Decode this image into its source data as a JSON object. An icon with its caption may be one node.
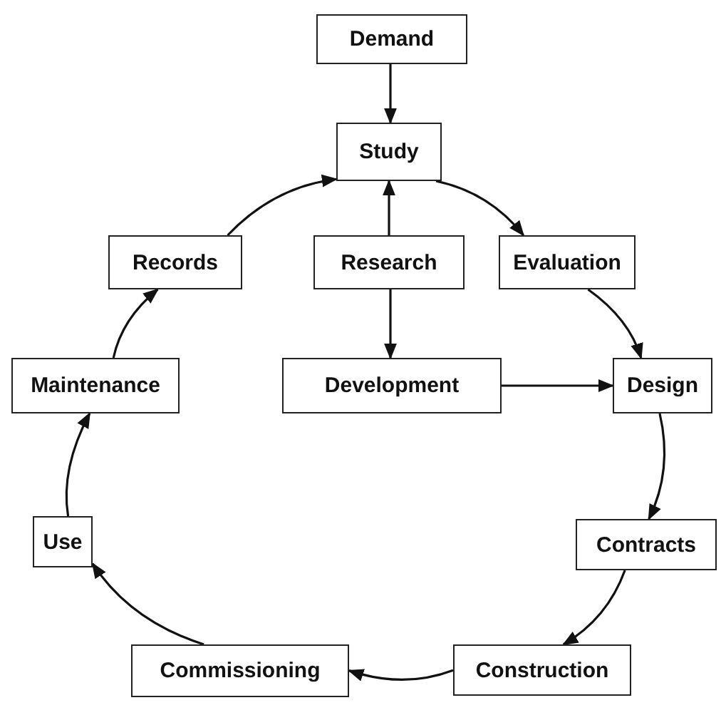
{
  "diagram": {
    "nodes": [
      {
        "text": [
          "Demand"
        ]
      },
      {
        "text": [
          "Study"
        ]
      },
      {
        "text": [
          "Records"
        ]
      },
      {
        "text": [
          "Research"
        ]
      },
      {
        "text": [
          "Evaluation"
        ]
      },
      {
        "text": [
          "Maintenance"
        ]
      },
      {
        "text": [
          "Development"
        ]
      },
      {
        "text": [
          "Design"
        ]
      },
      {
        "text": [
          "Use"
        ]
      },
      {
        "text": [
          "Contracts"
        ]
      },
      {
        "text": [
          "Commissioning"
        ]
      },
      {
        "text": [
          "Construction"
        ]
      }
    ],
    "edges": [
      {
        "from": 0,
        "to": 1,
        "arrow": "to"
      },
      {
        "from": 3,
        "to": 1,
        "arrow": "to"
      },
      {
        "from": 3,
        "to": 6,
        "arrow": "to"
      },
      {
        "from": 6,
        "to": 7,
        "arrow": "to"
      },
      {
        "from": 1,
        "to": 4,
        "arrow": "to"
      },
      {
        "from": 4,
        "to": 7,
        "arrow": "to"
      },
      {
        "from": 7,
        "to": 9,
        "arrow": "to"
      },
      {
        "from": 9,
        "to": 11,
        "arrow": "to"
      },
      {
        "from": 11,
        "to": 10,
        "arrow": "to"
      },
      {
        "from": 10,
        "to": 8,
        "arrow": "to"
      },
      {
        "from": 8,
        "to": 5,
        "arrow": "to"
      },
      {
        "from": 5,
        "to": 2,
        "arrow": "to"
      },
      {
        "from": 2,
        "to": 1,
        "arrow": "to"
      }
    ]
  }
}
